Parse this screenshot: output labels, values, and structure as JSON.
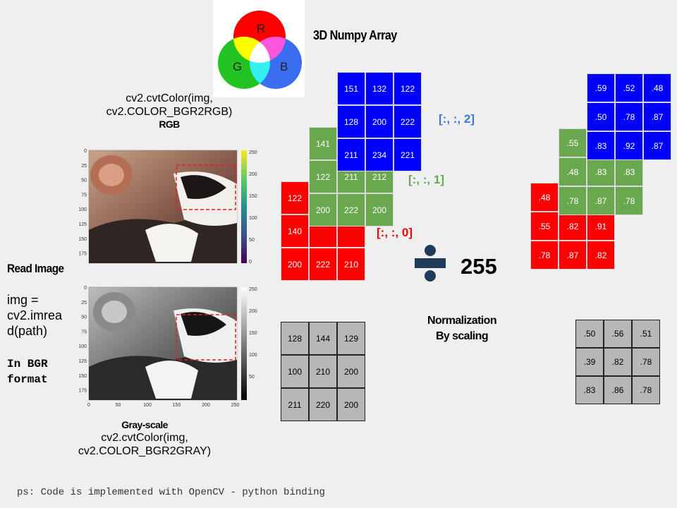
{
  "title": "3D Numpy Array",
  "venn": {
    "r": "R",
    "g": "G",
    "b": "B"
  },
  "rgb_caption": {
    "line1": "cv2.cvtColor(img,",
    "line2": "cv2.COLOR_BGR2RGB)",
    "line3": "RGB"
  },
  "gray_caption": {
    "line1": "Gray-scale",
    "line2": "cv2.cvtColor(img,",
    "line3": "cv2.COLOR_BGR2GRAY)"
  },
  "read_image": {
    "heading": "Read Image",
    "code_l1": "img =",
    "code_l2": "cv2.imrea",
    "code_l3": "d(path)",
    "note_l1": "In BGR",
    "note_l2": "format"
  },
  "plot_color": {
    "yticks": [
      "0",
      "25",
      "50",
      "75",
      "100",
      "125",
      "150",
      "175"
    ],
    "cbar_ticks": [
      "250",
      "200",
      "150",
      "100",
      "50",
      "0"
    ]
  },
  "plot_gray": {
    "yticks": [
      "0",
      "25",
      "50",
      "75",
      "100",
      "125",
      "150",
      "175"
    ],
    "xticks": [
      "0",
      "50",
      "100",
      "150",
      "200",
      "250"
    ],
    "cbar_ticks": [
      "250",
      "200",
      "150",
      "100",
      "50"
    ]
  },
  "channel_labels": {
    "c0": "[:, :, 0]",
    "c1": "[:, :, 1]",
    "c2": "[:, :, 2]"
  },
  "raw": {
    "red": [
      [
        "122",
        "",
        ""
      ],
      [
        "140",
        "",
        ""
      ],
      [
        "200",
        "222",
        "210"
      ]
    ],
    "green": [
      [
        "141",
        "",
        ""
      ],
      [
        "122",
        "211",
        "212"
      ],
      [
        "200",
        "222",
        "200"
      ]
    ],
    "blue": [
      [
        "151",
        "132",
        "122"
      ],
      [
        "128",
        "200",
        "222"
      ],
      [
        "211",
        "234",
        "221"
      ]
    ]
  },
  "gray_raw": [
    [
      "128",
      "144",
      "129"
    ],
    [
      "100",
      "210",
      "200"
    ],
    [
      "211",
      "220",
      "200"
    ]
  ],
  "divide": {
    "value": "255",
    "caption_l1": "Normalization",
    "caption_l2": "By scaling"
  },
  "norm": {
    "red": [
      [
        ".48",
        "",
        ""
      ],
      [
        ".55",
        ".82",
        ".91"
      ],
      [
        ".78",
        ".87",
        ".82"
      ]
    ],
    "green": [
      [
        ".55",
        "",
        ""
      ],
      [
        ".48",
        ".83",
        ".83"
      ],
      [
        ".78",
        ".87",
        ".78"
      ]
    ],
    "blue": [
      [
        ".59",
        ".52",
        ".48"
      ],
      [
        ".50",
        ".78",
        ".87"
      ],
      [
        ".83",
        ".92",
        ".87"
      ]
    ]
  },
  "gray_norm": [
    [
      ".50",
      ".56",
      ".51"
    ],
    [
      ".39",
      ".82",
      ".78"
    ],
    [
      ".83",
      ".86",
      ".78"
    ]
  ],
  "footer": "ps: Code is implemented with OpenCV - python binding"
}
